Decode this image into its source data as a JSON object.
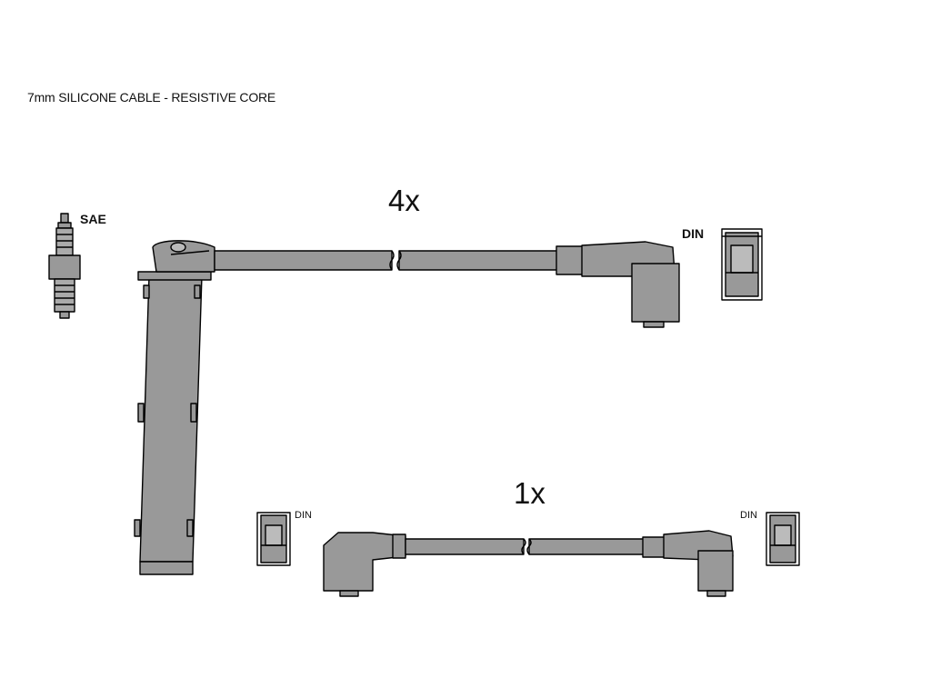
{
  "caption": "7mm SILICONE CABLE - RESISTIVE CORE",
  "quantities": {
    "top": "4x",
    "bottom": "1x"
  },
  "labels": {
    "sae": "SAE",
    "din_top": "DIN",
    "din_bottom_left": "DIN",
    "din_bottom_right": "DIN"
  },
  "colors": {
    "component_fill": "#999999",
    "outline": "#000000",
    "background": "#ffffff"
  }
}
